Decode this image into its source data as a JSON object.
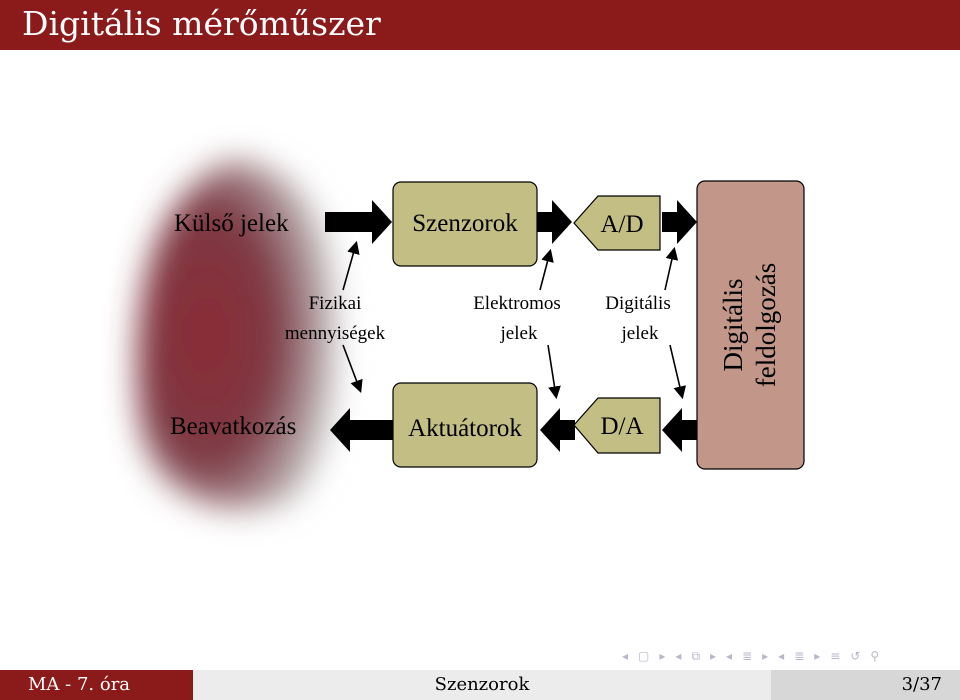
{
  "title": "Digitális mérőműszer",
  "diagram": {
    "external_signals": "Külső jelek",
    "intervention": "Beavatkozás",
    "sensors": "Szenzorok",
    "actuators": "Aktuátorok",
    "adc": "A/D",
    "dac": "D/A",
    "processing_line1": "Digitális",
    "processing_line2": "feldolgozás",
    "physical_line1": "Fizikai",
    "physical_line2": "mennyiségek",
    "electrical_line1": "Elektromos",
    "electrical_line2": "jelek",
    "digital_line1": "Digitális",
    "digital_line2": "jelek"
  },
  "colors": {
    "theme_red": "#8b1a1a",
    "box_fill": "#c2be84",
    "processing_fill": "#c2978a",
    "cloud": "#8b2a35"
  },
  "navigation_icons": [
    "arrow-left-icon",
    "frame-icon",
    "arrow-right-icon",
    "arrow-left-icon",
    "subsection-icon",
    "arrow-right-icon",
    "arrow-left-icon",
    "section-icon",
    "arrow-right-icon",
    "arrow-left-icon",
    "document-icon",
    "arrow-right-icon",
    "align-icon",
    "undo-icon",
    "search-icon"
  ],
  "footer": {
    "left": "MA - 7. óra",
    "center": "Szenzorok",
    "right": "3/37"
  }
}
